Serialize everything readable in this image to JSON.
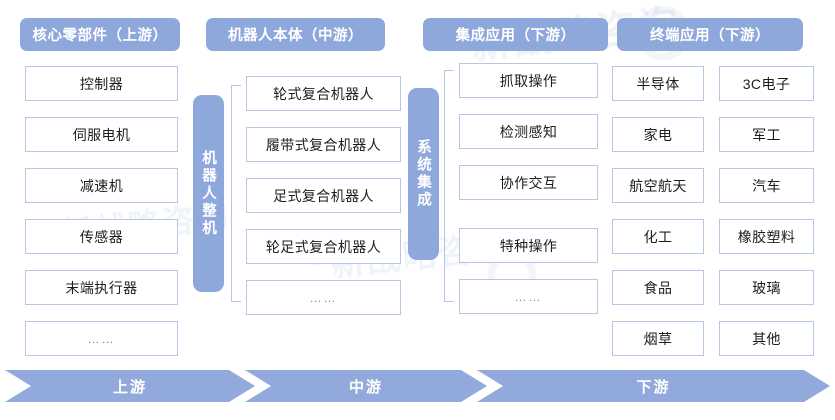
{
  "columns": [
    {
      "id": "upstream-core-components",
      "header": "核心零部件（上游）",
      "items": [
        "控制器",
        "伺服电机",
        "减速机",
        "传感器",
        "末端执行器",
        "……"
      ]
    },
    {
      "id": "midstream-robot-body",
      "header": "机器人本体（中游）",
      "vertical_label": "机器人整机",
      "items": [
        "轮式复合机器人",
        "履带式复合机器人",
        "足式复合机器人",
        "轮足式复合机器人",
        "……"
      ]
    },
    {
      "id": "downstream-integrated-application",
      "header": "集成应用（下游）",
      "vertical_label": "系统集成",
      "items": [
        "抓取操作",
        "检测感知",
        "协作交互",
        "特种操作",
        "……"
      ]
    },
    {
      "id": "downstream-terminal-application",
      "header": "终端应用（下游）",
      "items_left": [
        "半导体",
        "家电",
        "航空航天",
        "化工",
        "食品",
        "烟草"
      ],
      "items_right": [
        "3C电子",
        "军工",
        "汽车",
        "橡胶塑料",
        "玻璃",
        "其他"
      ]
    }
  ],
  "flow_bar": {
    "segments": [
      "上游",
      "中游",
      "下游"
    ]
  },
  "watermark": {
    "text": "新战略咨询"
  },
  "colors": {
    "accent": "#8fa8dc",
    "flow_bar": "#92a9dc",
    "box_border": "#b7c6e4",
    "text": "#1d1d1d",
    "header_text": "#ffffff",
    "background": "#ffffff"
  }
}
